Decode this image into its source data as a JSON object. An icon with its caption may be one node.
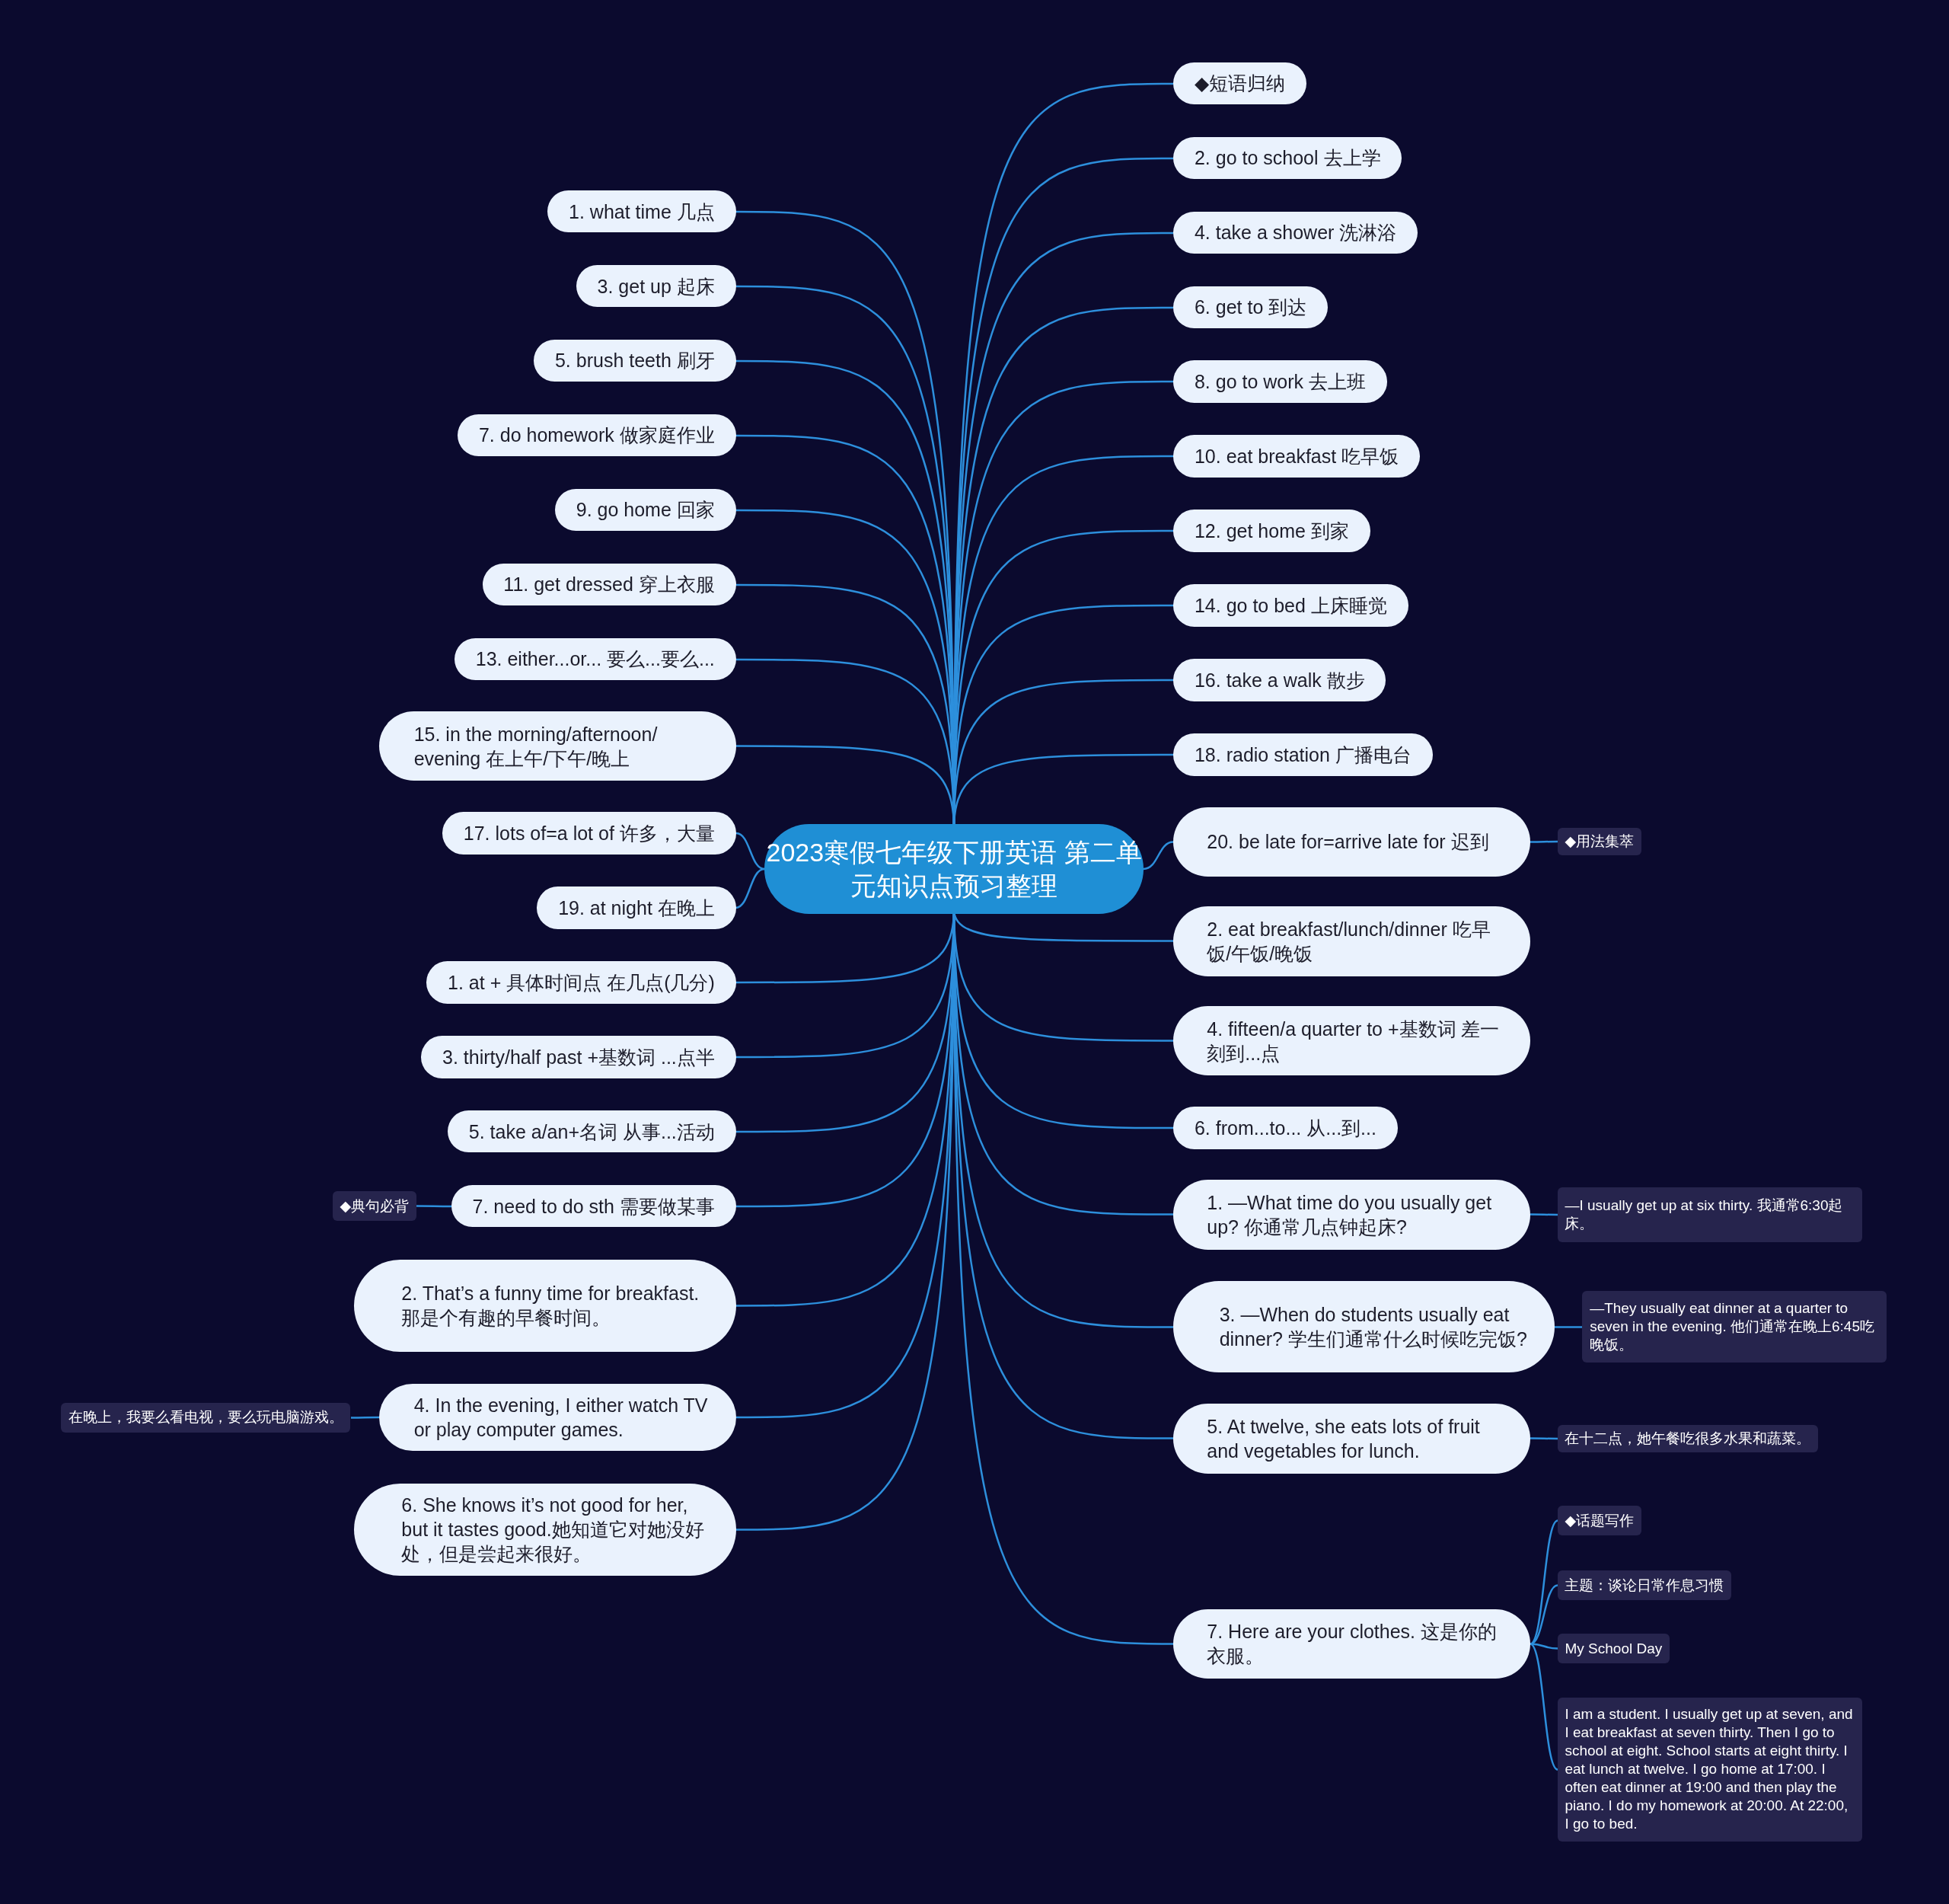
{
  "diagram": {
    "nodes": [
      {
        "text": [
          "2023寒假七年级下册英语 第二单元知识点预习整理"
        ]
      },
      {
        "text": [
          "1. what time 几点"
        ]
      },
      {
        "text": [
          "3. get up 起床"
        ]
      },
      {
        "text": [
          "5. brush teeth 刷牙"
        ]
      },
      {
        "text": [
          "7. do homework 做家庭作业"
        ]
      },
      {
        "text": [
          "9. go home 回家"
        ]
      },
      {
        "text": [
          "11. get dressed 穿上衣服"
        ]
      },
      {
        "text": [
          "13. either...or... 要么...要么..."
        ]
      },
      {
        "text": [
          "15. in the morning/afternoon/ evening 在上午/下午/晚上"
        ]
      },
      {
        "text": [
          "17. lots of=a lot of 许多，大量"
        ]
      },
      {
        "text": [
          "19. at night 在晚上"
        ]
      },
      {
        "text": [
          "1. at + 具体时间点 在几点(几分)"
        ]
      },
      {
        "text": [
          "3. thirty/half past +基数词 ...点半"
        ]
      },
      {
        "text": [
          "5. take a/an+名词 从事...活动"
        ]
      },
      {
        "text": [
          "7. need to do sth 需要做某事"
        ]
      },
      {
        "text": [
          "2. That’s a funny time for breakfast. 那是个有趣的早餐时间。"
        ]
      },
      {
        "text": [
          "4. In the evening, I either watch TV or play computer games."
        ]
      },
      {
        "text": [
          "6. She knows it’s not good for her, but it tastes good.她知道它对她没好处，但是尝起来很好。"
        ]
      },
      {
        "text": [
          "◆典句必背"
        ]
      },
      {
        "text": [
          "在晚上，我要么看电视，要么玩电脑游戏。"
        ]
      },
      {
        "text": [
          "◆短语归纳"
        ]
      },
      {
        "text": [
          "2. go to school 去上学"
        ]
      },
      {
        "text": [
          "4. take a shower 洗淋浴"
        ]
      },
      {
        "text": [
          "6. get to 到达"
        ]
      },
      {
        "text": [
          "8. go to work 去上班"
        ]
      },
      {
        "text": [
          "10. eat breakfast 吃早饭"
        ]
      },
      {
        "text": [
          "12. get home 到家"
        ]
      },
      {
        "text": [
          "14. go to bed 上床睡觉"
        ]
      },
      {
        "text": [
          "16. take a walk 散步"
        ]
      },
      {
        "text": [
          "18. radio station 广播电台"
        ]
      },
      {
        "text": [
          "20. be late for=arrive late for 迟到"
        ]
      },
      {
        "text": [
          "2. eat breakfast/lunch/dinner 吃早饭/午饭/晚饭"
        ]
      },
      {
        "text": [
          "4. fifteen/a quarter to +基数词 差一刻到...点"
        ]
      },
      {
        "text": [
          "6. from...to... 从...到..."
        ]
      },
      {
        "text": [
          "1. —What time do you usually get up? 你通常几点钟起床?"
        ]
      },
      {
        "text": [
          "3. —When do students usually eat dinner? 学生们通常什么时候吃完饭?"
        ]
      },
      {
        "text": [
          "5. At twelve, she eats lots of fruit and vegetables for lunch."
        ]
      },
      {
        "text": [
          "7. Here are your clothes. 这是你的衣服。"
        ]
      },
      {
        "text": [
          "◆用法集萃"
        ]
      },
      {
        "text": [
          "—I usually get up at six thirty. 我通常6:30起床。"
        ]
      },
      {
        "text": [
          "—They usually eat dinner at a quarter to seven in the evening. 他们通常在晚上6:45吃晚饭。"
        ]
      },
      {
        "text": [
          "在十二点，她午餐吃很多水果和蔬菜。"
        ]
      },
      {
        "text": [
          "◆话题写作"
        ]
      },
      {
        "text": [
          "主题：谈论日常作息习惯"
        ]
      },
      {
        "text": [
          "My School Day"
        ]
      },
      {
        "text": [
          "I am a student. I usually get up at seven, and I eat breakfast at seven thirty. Then I go to school at eight. School starts at eight thirty. I eat lunch at twelve. I go home at 17:00. I often eat dinner at 19:00 and then play the piano. I do my homework at 20:00. At 22:00, I go to bed."
        ]
      }
    ],
    "edges": [
      {
        "from": 0,
        "to": 1,
        "arrow": "none"
      },
      {
        "from": 0,
        "to": 2,
        "arrow": "none"
      },
      {
        "from": 0,
        "to": 3,
        "arrow": "none"
      },
      {
        "from": 0,
        "to": 4,
        "arrow": "none"
      },
      {
        "from": 0,
        "to": 5,
        "arrow": "none"
      },
      {
        "from": 0,
        "to": 6,
        "arrow": "none"
      },
      {
        "from": 0,
        "to": 7,
        "arrow": "none"
      },
      {
        "from": 0,
        "to": 8,
        "arrow": "none"
      },
      {
        "from": 0,
        "to": 9,
        "arrow": "none"
      },
      {
        "from": 0,
        "to": 10,
        "arrow": "none"
      },
      {
        "from": 0,
        "to": 11,
        "arrow": "none"
      },
      {
        "from": 0,
        "to": 12,
        "arrow": "none"
      },
      {
        "from": 0,
        "to": 13,
        "arrow": "none"
      },
      {
        "from": 0,
        "to": 14,
        "arrow": "none"
      },
      {
        "from": 0,
        "to": 15,
        "arrow": "none"
      },
      {
        "from": 0,
        "to": 16,
        "arrow": "none"
      },
      {
        "from": 0,
        "to": 17,
        "arrow": "none"
      },
      {
        "from": 14,
        "to": 18,
        "arrow": "none"
      },
      {
        "from": 16,
        "to": 19,
        "arrow": "none"
      },
      {
        "from": 0,
        "to": 20,
        "arrow": "none"
      },
      {
        "from": 0,
        "to": 21,
        "arrow": "none"
      },
      {
        "from": 0,
        "to": 22,
        "arrow": "none"
      },
      {
        "from": 0,
        "to": 23,
        "arrow": "none"
      },
      {
        "from": 0,
        "to": 24,
        "arrow": "none"
      },
      {
        "from": 0,
        "to": 25,
        "arrow": "none"
      },
      {
        "from": 0,
        "to": 26,
        "arrow": "none"
      },
      {
        "from": 0,
        "to": 27,
        "arrow": "none"
      },
      {
        "from": 0,
        "to": 28,
        "arrow": "none"
      },
      {
        "from": 0,
        "to": 29,
        "arrow": "none"
      },
      {
        "from": 0,
        "to": 30,
        "arrow": "none"
      },
      {
        "from": 0,
        "to": 31,
        "arrow": "none"
      },
      {
        "from": 0,
        "to": 32,
        "arrow": "none"
      },
      {
        "from": 0,
        "to": 33,
        "arrow": "none"
      },
      {
        "from": 0,
        "to": 34,
        "arrow": "none"
      },
      {
        "from": 0,
        "to": 35,
        "arrow": "none"
      },
      {
        "from": 0,
        "to": 36,
        "arrow": "none"
      },
      {
        "from": 0,
        "to": 37,
        "arrow": "none"
      },
      {
        "from": 30,
        "to": 38,
        "arrow": "none"
      },
      {
        "from": 34,
        "to": 39,
        "arrow": "none"
      },
      {
        "from": 35,
        "to": 40,
        "arrow": "none"
      },
      {
        "from": 36,
        "to": 41,
        "arrow": "none"
      },
      {
        "from": 37,
        "to": 42,
        "arrow": "none"
      },
      {
        "from": 37,
        "to": 43,
        "arrow": "none"
      },
      {
        "from": 37,
        "to": 44,
        "arrow": "none"
      },
      {
        "from": 37,
        "to": 45,
        "arrow": "none"
      }
    ]
  }
}
